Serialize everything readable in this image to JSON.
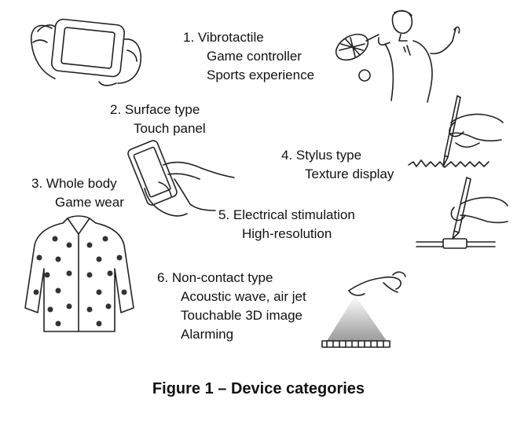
{
  "categories": [
    {
      "heading": "1. Vibrotactile",
      "items": [
        "Game controller",
        "Sports experience"
      ]
    },
    {
      "heading": "2. Surface type",
      "items": [
        "Touch panel"
      ]
    },
    {
      "heading": "3. Whole body",
      "items": [
        "Game wear"
      ]
    },
    {
      "heading": "4. Stylus type",
      "items": [
        "Texture display"
      ]
    },
    {
      "heading": "5. Electrical stimulation",
      "items": [
        "High-resolution"
      ]
    },
    {
      "heading": "6. Non-contact type",
      "items": [
        "Acoustic wave, air jet",
        "Touchable 3D image",
        "Alarming"
      ]
    }
  ],
  "caption": "Figure 1 – Device categories",
  "icons": [
    "game-controller-icon",
    "tennis-player-icon",
    "smartphone-hand-icon",
    "stylus-texture-icon",
    "stylus-electrode-icon",
    "jacket-icon",
    "fingertip-beam-icon"
  ]
}
